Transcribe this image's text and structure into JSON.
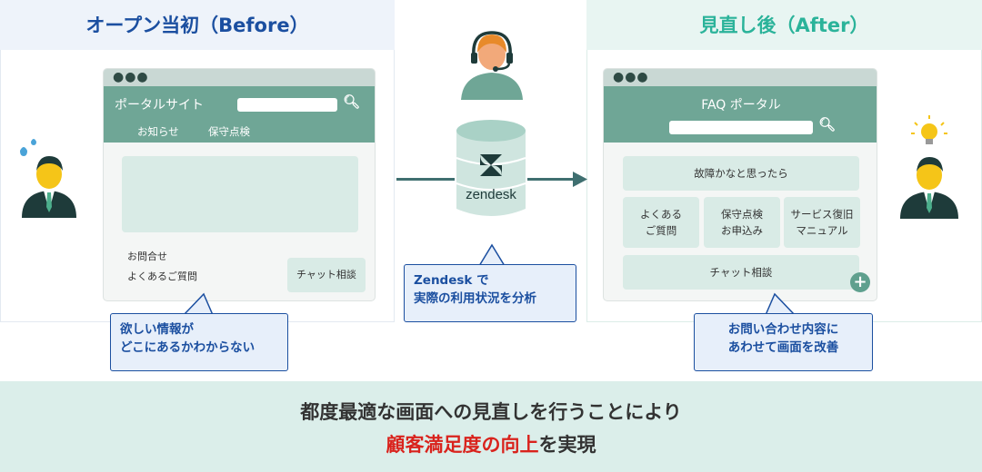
{
  "before": {
    "title": "オープン当初（Before）",
    "portal_title": "ポータルサイト",
    "nav": [
      "お知らせ",
      "保守点検"
    ],
    "links": [
      "お問合せ",
      "よくあるご質問"
    ],
    "chat_button": "チャット相談",
    "callout": [
      "欲しい情報が",
      "どこにあるかわからない"
    ]
  },
  "after": {
    "title": "見直し後（After）",
    "portal_title": "FAQ ポータル",
    "wide_button": "故障かなと思ったら",
    "tiles": [
      [
        "よくある",
        "ご質問"
      ],
      [
        "保守点検",
        "お申込み"
      ],
      [
        "サービス復旧",
        "マニュアル"
      ]
    ],
    "chat_button": "チャット相談",
    "plus_label": "+",
    "callout": [
      "お問い合わせ内容に",
      "あわせて画面を改善"
    ]
  },
  "center": {
    "db_label": "zendesk",
    "callout": [
      "Zendesk で",
      "実際の利用状況を分析"
    ]
  },
  "bottom": {
    "line1": "都度最適な画面への見直しを行うことにより",
    "line2_highlight": "顧客満足度の向上",
    "line2_rest": "を実現"
  },
  "colors": {
    "before_title": "#1b4fa0",
    "after_title": "#2bb39a",
    "header_green": "#6fa696",
    "highlight_red": "#d9231d"
  },
  "icons": [
    "search-icon",
    "headset-operator-icon",
    "database-icon",
    "confused-user-icon",
    "idea-user-icon",
    "lightbulb-icon",
    "sweat-drop-icon",
    "plus-icon"
  ]
}
